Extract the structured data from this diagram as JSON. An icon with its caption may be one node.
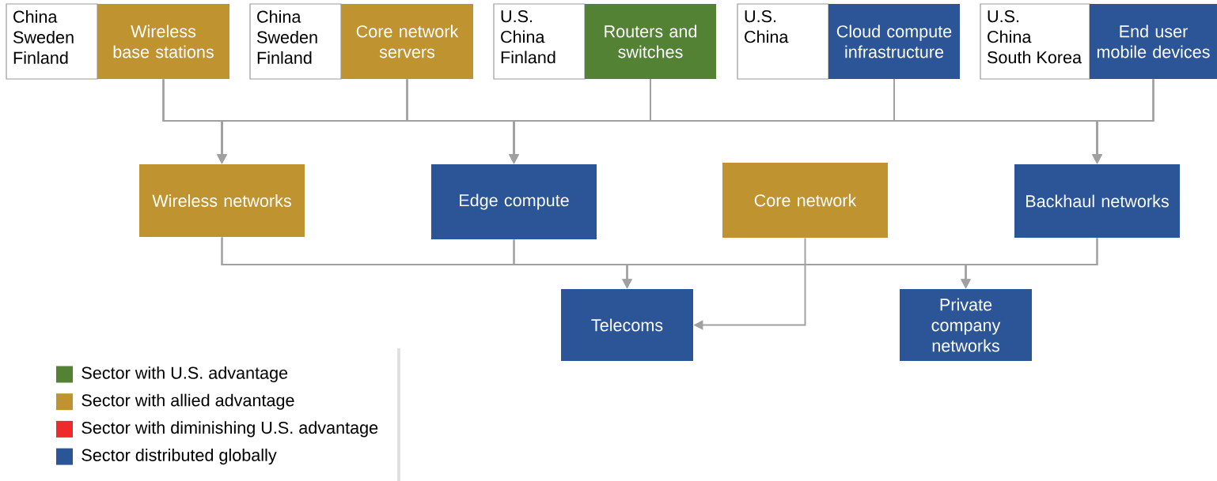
{
  "diagram": {
    "nodes": [
      {
        "text": [
          "China",
          "Sweden",
          "Finland"
        ]
      },
      {
        "text": [
          "Wireless base stations"
        ]
      },
      {
        "text": [
          "China",
          "Sweden",
          "Finland"
        ]
      },
      {
        "text": [
          "Core network servers"
        ]
      },
      {
        "text": [
          "U.S.",
          "China",
          "Finland"
        ]
      },
      {
        "text": [
          "Routers and switches"
        ]
      },
      {
        "text": [
          "U.S.",
          "China"
        ]
      },
      {
        "text": [
          "Cloud compute infrastructure"
        ]
      },
      {
        "text": [
          "U.S.",
          "China",
          "South Korea"
        ]
      },
      {
        "text": [
          "End user mobile devices"
        ]
      },
      {
        "text": [
          "Wireless networks"
        ]
      },
      {
        "text": [
          "Edge compute"
        ]
      },
      {
        "text": [
          "Core network"
        ]
      },
      {
        "text": [
          "Backhaul networks"
        ]
      },
      {
        "text": [
          "Telecoms"
        ]
      },
      {
        "text": [
          "Private company networks"
        ]
      }
    ],
    "edges": [
      {
        "from": 1,
        "to": 10,
        "arrow": "to"
      },
      {
        "from": 1,
        "to": 11,
        "arrow": "to"
      },
      {
        "from": 1,
        "to": 13,
        "arrow": "to"
      },
      {
        "from": 3,
        "to": 10,
        "arrow": "to"
      },
      {
        "from": 3,
        "to": 11,
        "arrow": "to"
      },
      {
        "from": 3,
        "to": 13,
        "arrow": "to"
      },
      {
        "from": 5,
        "to": 10,
        "arrow": "to"
      },
      {
        "from": 5,
        "to": 11,
        "arrow": "to"
      },
      {
        "from": 5,
        "to": 13,
        "arrow": "to"
      },
      {
        "from": 7,
        "to": 10,
        "arrow": "to"
      },
      {
        "from": 7,
        "to": 11,
        "arrow": "to"
      },
      {
        "from": 7,
        "to": 13,
        "arrow": "to"
      },
      {
        "from": 9,
        "to": 10,
        "arrow": "to"
      },
      {
        "from": 9,
        "to": 11,
        "arrow": "to"
      },
      {
        "from": 9,
        "to": 13,
        "arrow": "to"
      },
      {
        "from": 10,
        "to": 14,
        "arrow": "to"
      },
      {
        "from": 10,
        "to": 15,
        "arrow": "to"
      },
      {
        "from": 11,
        "to": 14,
        "arrow": "to"
      },
      {
        "from": 11,
        "to": 15,
        "arrow": "to"
      },
      {
        "from": 13,
        "to": 14,
        "arrow": "to"
      },
      {
        "from": 13,
        "to": 15,
        "arrow": "to"
      },
      {
        "from": 12,
        "to": 14,
        "arrow": "to"
      }
    ],
    "legend": [
      {
        "text": "Sector with U.S. advantage",
        "color": "#538235"
      },
      {
        "text": "Sector with allied advantage",
        "color": "#bf9430"
      },
      {
        "text": "Sector with diminishing U.S. advantage",
        "color": "#ee2a2d"
      },
      {
        "text": "Sector distributed globally",
        "color": "#2b5597"
      }
    ]
  }
}
